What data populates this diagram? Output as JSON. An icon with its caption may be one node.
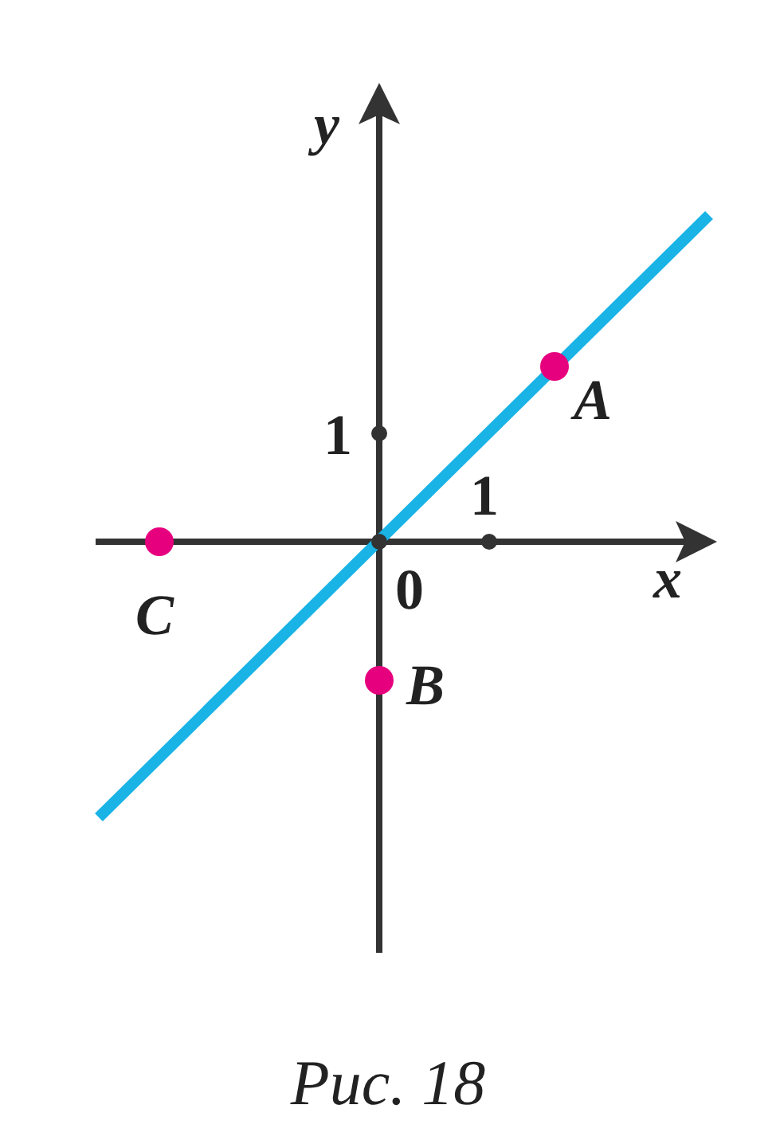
{
  "diagram": {
    "caption": "Рис. 18",
    "labels": [
      "y",
      "A",
      "1",
      "1",
      "x",
      "0",
      "C",
      "B"
    ]
  }
}
